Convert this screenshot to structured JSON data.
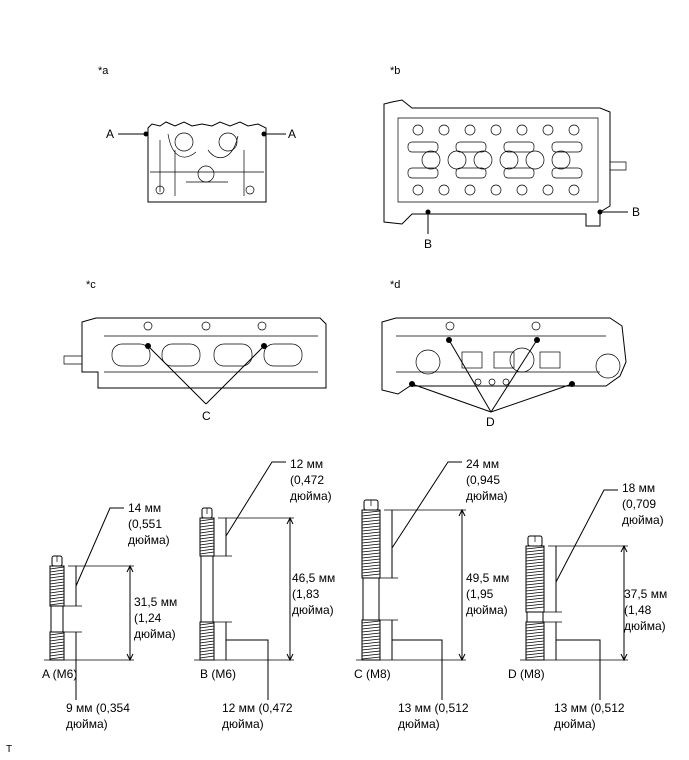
{
  "views": [
    {
      "id": "a",
      "tag": "*a",
      "pointer_labels": [
        "A",
        "A"
      ]
    },
    {
      "id": "b",
      "tag": "*b",
      "pointer_labels": [
        "B",
        "B"
      ]
    },
    {
      "id": "c",
      "tag": "*c",
      "pointer_labels": [
        "C"
      ]
    },
    {
      "id": "d",
      "tag": "*d",
      "pointer_labels": [
        "D"
      ]
    }
  ],
  "studs": [
    {
      "id": "A",
      "label": "A (M6)",
      "thread_upper": [
        "14 мм",
        "(0,551",
        "дюйма)"
      ],
      "total": [
        "31,5 мм",
        "(1,24",
        "дюйма)"
      ],
      "thread_lower": [
        "9 мм (0,354",
        "дюйма)"
      ]
    },
    {
      "id": "B",
      "label": "B (M6)",
      "thread_upper": [
        "12 мм",
        "(0,472",
        "дюйма)"
      ],
      "total": [
        "46,5 мм",
        "(1,83",
        "дюйма)"
      ],
      "thread_lower": [
        "12 мм (0,472",
        "дюйма)"
      ]
    },
    {
      "id": "C",
      "label": "C (M8)",
      "thread_upper": [
        "24 мм",
        "(0,945",
        "дюйма)"
      ],
      "total": [
        "49,5 мм",
        "(1,95",
        "дюйма)"
      ],
      "thread_lower": [
        "13 мм (0,512",
        "дюйма)"
      ]
    },
    {
      "id": "D",
      "label": "D (M8)",
      "thread_upper": [
        "18 мм",
        "(0,709",
        "дюйма)"
      ],
      "total": [
        "37,5 мм",
        "(1,48",
        "дюйма)"
      ],
      "thread_lower": [
        "13 мм (0,512",
        "дюйма)"
      ]
    }
  ],
  "footer_mark": "T"
}
